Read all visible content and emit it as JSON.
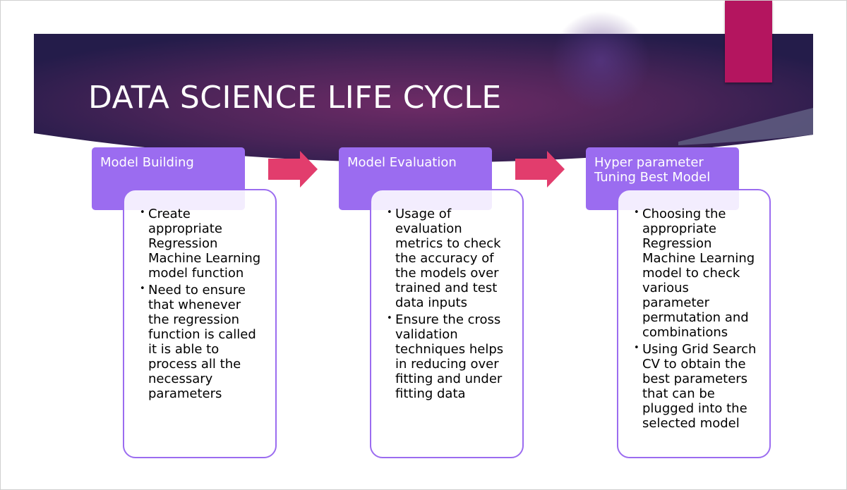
{
  "slide": {
    "title": "DATA SCIENCE LIFE CYCLE"
  },
  "colors": {
    "banner_dark": "#2a1f52",
    "banner_mid": "#6b2a63",
    "accent_tab": "#b4155f",
    "step_header": "#9b6cf0",
    "arrow": "#e23d6d"
  },
  "steps": [
    {
      "title": "Model Building",
      "bullets": [
        "Create appropriate Regression Machine Learning model function",
        "Need to ensure that whenever the regression function is called it is able to process all the necessary parameters"
      ]
    },
    {
      "title": "Model Evaluation",
      "bullets": [
        "Usage of evaluation metrics to check the accuracy of the models over trained and test data inputs",
        "Ensure the cross validation techniques helps in reducing over fitting and under fitting data"
      ]
    },
    {
      "title": "Hyper parameter Tuning Best Model",
      "bullets": [
        "Choosing the appropriate Regression Machine Learning model to check various parameter permutation and combinations",
        "Using Grid Search CV to obtain the best parameters that can be plugged into the selected model"
      ]
    }
  ]
}
